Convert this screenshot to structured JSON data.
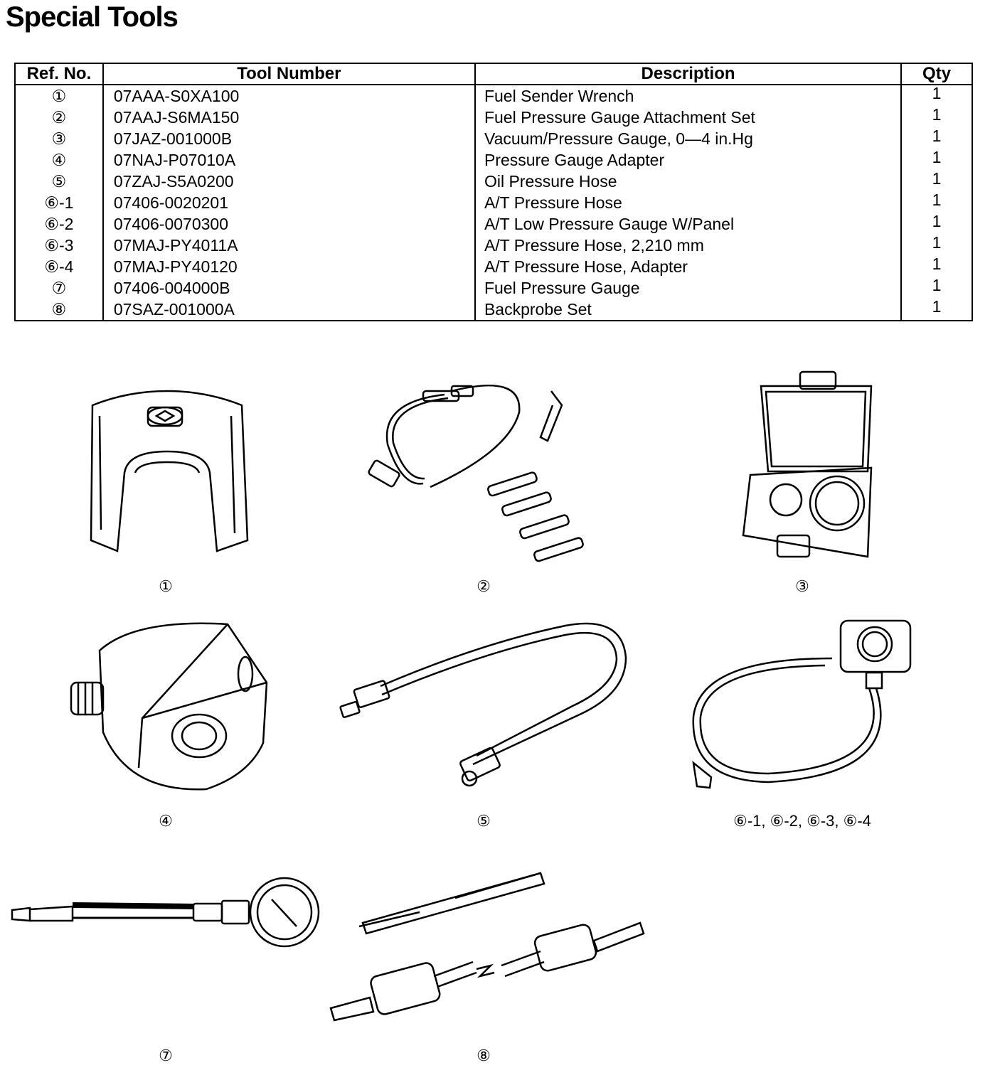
{
  "title": "Special Tools",
  "table": {
    "headers": {
      "ref": "Ref. No.",
      "tool": "Tool Number",
      "desc": "Description",
      "qty": "Qty"
    },
    "rows": [
      {
        "ref": "①",
        "tool": "07AAA-S0XA100",
        "desc": "Fuel Sender Wrench",
        "qty": "1"
      },
      {
        "ref": "②",
        "tool": "07AAJ-S6MA150",
        "desc": "Fuel Pressure Gauge Attachment Set",
        "qty": "1"
      },
      {
        "ref": "③",
        "tool": "07JAZ-001000B",
        "desc": "Vacuum/Pressure Gauge, 0—4 in.Hg",
        "qty": "1"
      },
      {
        "ref": "④",
        "tool": "07NAJ-P07010A",
        "desc": "Pressure Gauge Adapter",
        "qty": "1"
      },
      {
        "ref": "⑤",
        "tool": "07ZAJ-S5A0200",
        "desc": "Oil Pressure Hose",
        "qty": "1"
      },
      {
        "ref": "⑥-1",
        "tool": "07406-0020201",
        "desc": "A/T Pressure Hose",
        "qty": "1"
      },
      {
        "ref": "⑥-2",
        "tool": "07406-0070300",
        "desc": "A/T Low Pressure Gauge W/Panel",
        "qty": "1"
      },
      {
        "ref": "⑥-3",
        "tool": "07MAJ-PY4011A",
        "desc": "A/T Pressure Hose, 2,210 mm",
        "qty": "1"
      },
      {
        "ref": "⑥-4",
        "tool": "07MAJ-PY40120",
        "desc": "A/T Pressure Hose, Adapter",
        "qty": "1"
      },
      {
        "ref": "⑦",
        "tool": "07406-004000B",
        "desc": "Fuel Pressure Gauge",
        "qty": "1"
      },
      {
        "ref": "⑧",
        "tool": "07SAZ-001000A",
        "desc": "Backprobe Set",
        "qty": "1"
      }
    ]
  },
  "figures": {
    "f1": "①",
    "f2": "②",
    "f3": "③",
    "f4": "④",
    "f5": "⑤",
    "f6": "⑥-1, ⑥-2, ⑥-3, ⑥-4",
    "f7": "⑦",
    "f8": "⑧"
  },
  "icons": [
    "sender-wrench-illustration",
    "gauge-attachment-set-illustration",
    "gauge-case-illustration",
    "gauge-adapter-illustration",
    "oil-hose-illustration",
    "at-gauge-panel-illustration",
    "fuel-pressure-gauge-illustration",
    "backprobe-set-illustration"
  ]
}
